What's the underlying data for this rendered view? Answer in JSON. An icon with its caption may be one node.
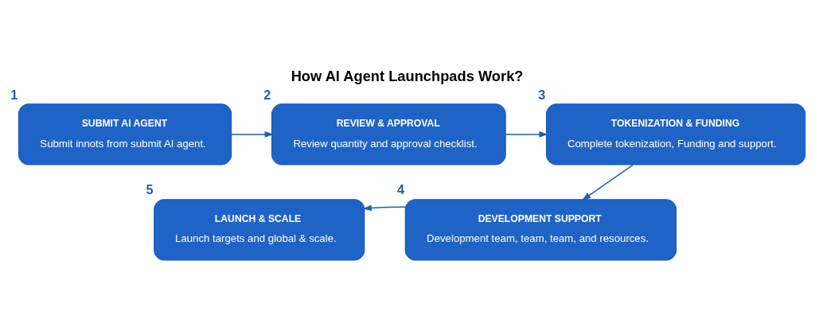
{
  "diagram": {
    "title": "How AI Agent Launchpads Work?",
    "nodes": [
      {
        "text": [
          "SUBMIT AI AGENT",
          "Submit innots from submit AI agent."
        ],
        "beside": [
          "1"
        ]
      },
      {
        "text": [
          "REVIEW & APPROVAL",
          "Review quantity and approval checklist."
        ],
        "beside": [
          "2"
        ]
      },
      {
        "text": [
          "TOKENIZATION & FUNDING",
          "Complete tokenization, Funding and support."
        ],
        "beside": [
          "3"
        ]
      },
      {
        "text": [
          "DEVELOPMENT SUPPORT",
          "Development team, team, team, and resources."
        ],
        "beside": [
          "4"
        ]
      },
      {
        "text": [
          "LAUNCH & SCALE",
          "Launch targets and global & scale."
        ],
        "beside": [
          "5"
        ]
      }
    ],
    "edges": [
      {
        "from": 0,
        "to": 1,
        "arrow": "to"
      },
      {
        "from": 1,
        "to": 2,
        "arrow": "to"
      },
      {
        "from": 2,
        "to": 3,
        "arrow": "to"
      },
      {
        "from": 3,
        "to": 4,
        "arrow": "to"
      }
    ]
  }
}
